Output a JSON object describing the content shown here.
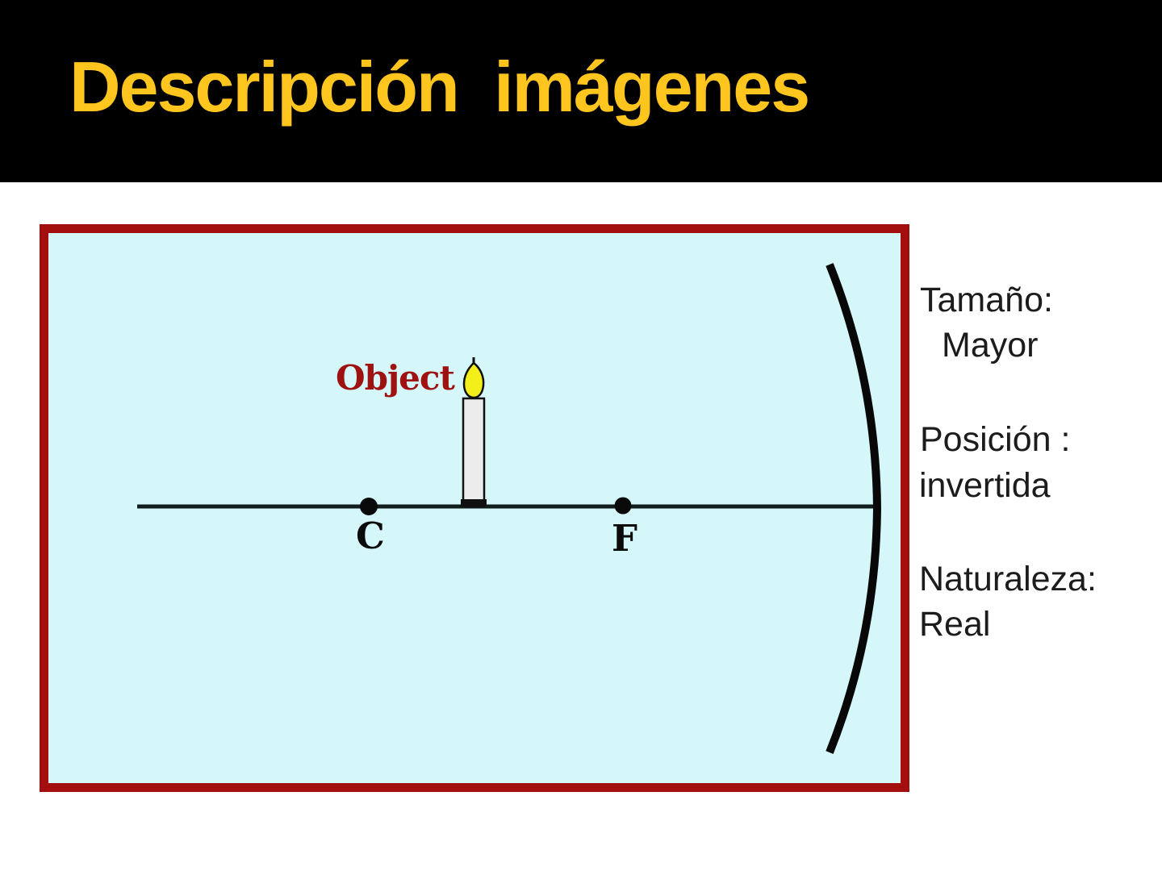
{
  "slide": {
    "title": "Descripción imágenes",
    "colors": {
      "page_bg": "#ffffff",
      "header_bg": "#000000",
      "title": "#fdc51d"
    }
  },
  "diagram": {
    "object_label": "Object",
    "c_label": "C",
    "f_label": "F",
    "colors": {
      "box_bg": "#d5f7fa",
      "box_border": "#a30e0e",
      "axis": "#111c1c",
      "mirror": "#080808",
      "point_dot": "#0a0a0a",
      "candle_body": "#ececec",
      "candle_outline": "#101010",
      "flame": "#f2ef1a",
      "object_label_color": "#9e1212"
    }
  },
  "annotations": {
    "size_label": "Tamaño:",
    "size_value": "Mayor",
    "position_label": "Posición :",
    "position_value": "invertida",
    "nature_label": "Naturaleza:",
    "nature_value": "Real",
    "text_color": "#1c1c1c"
  }
}
